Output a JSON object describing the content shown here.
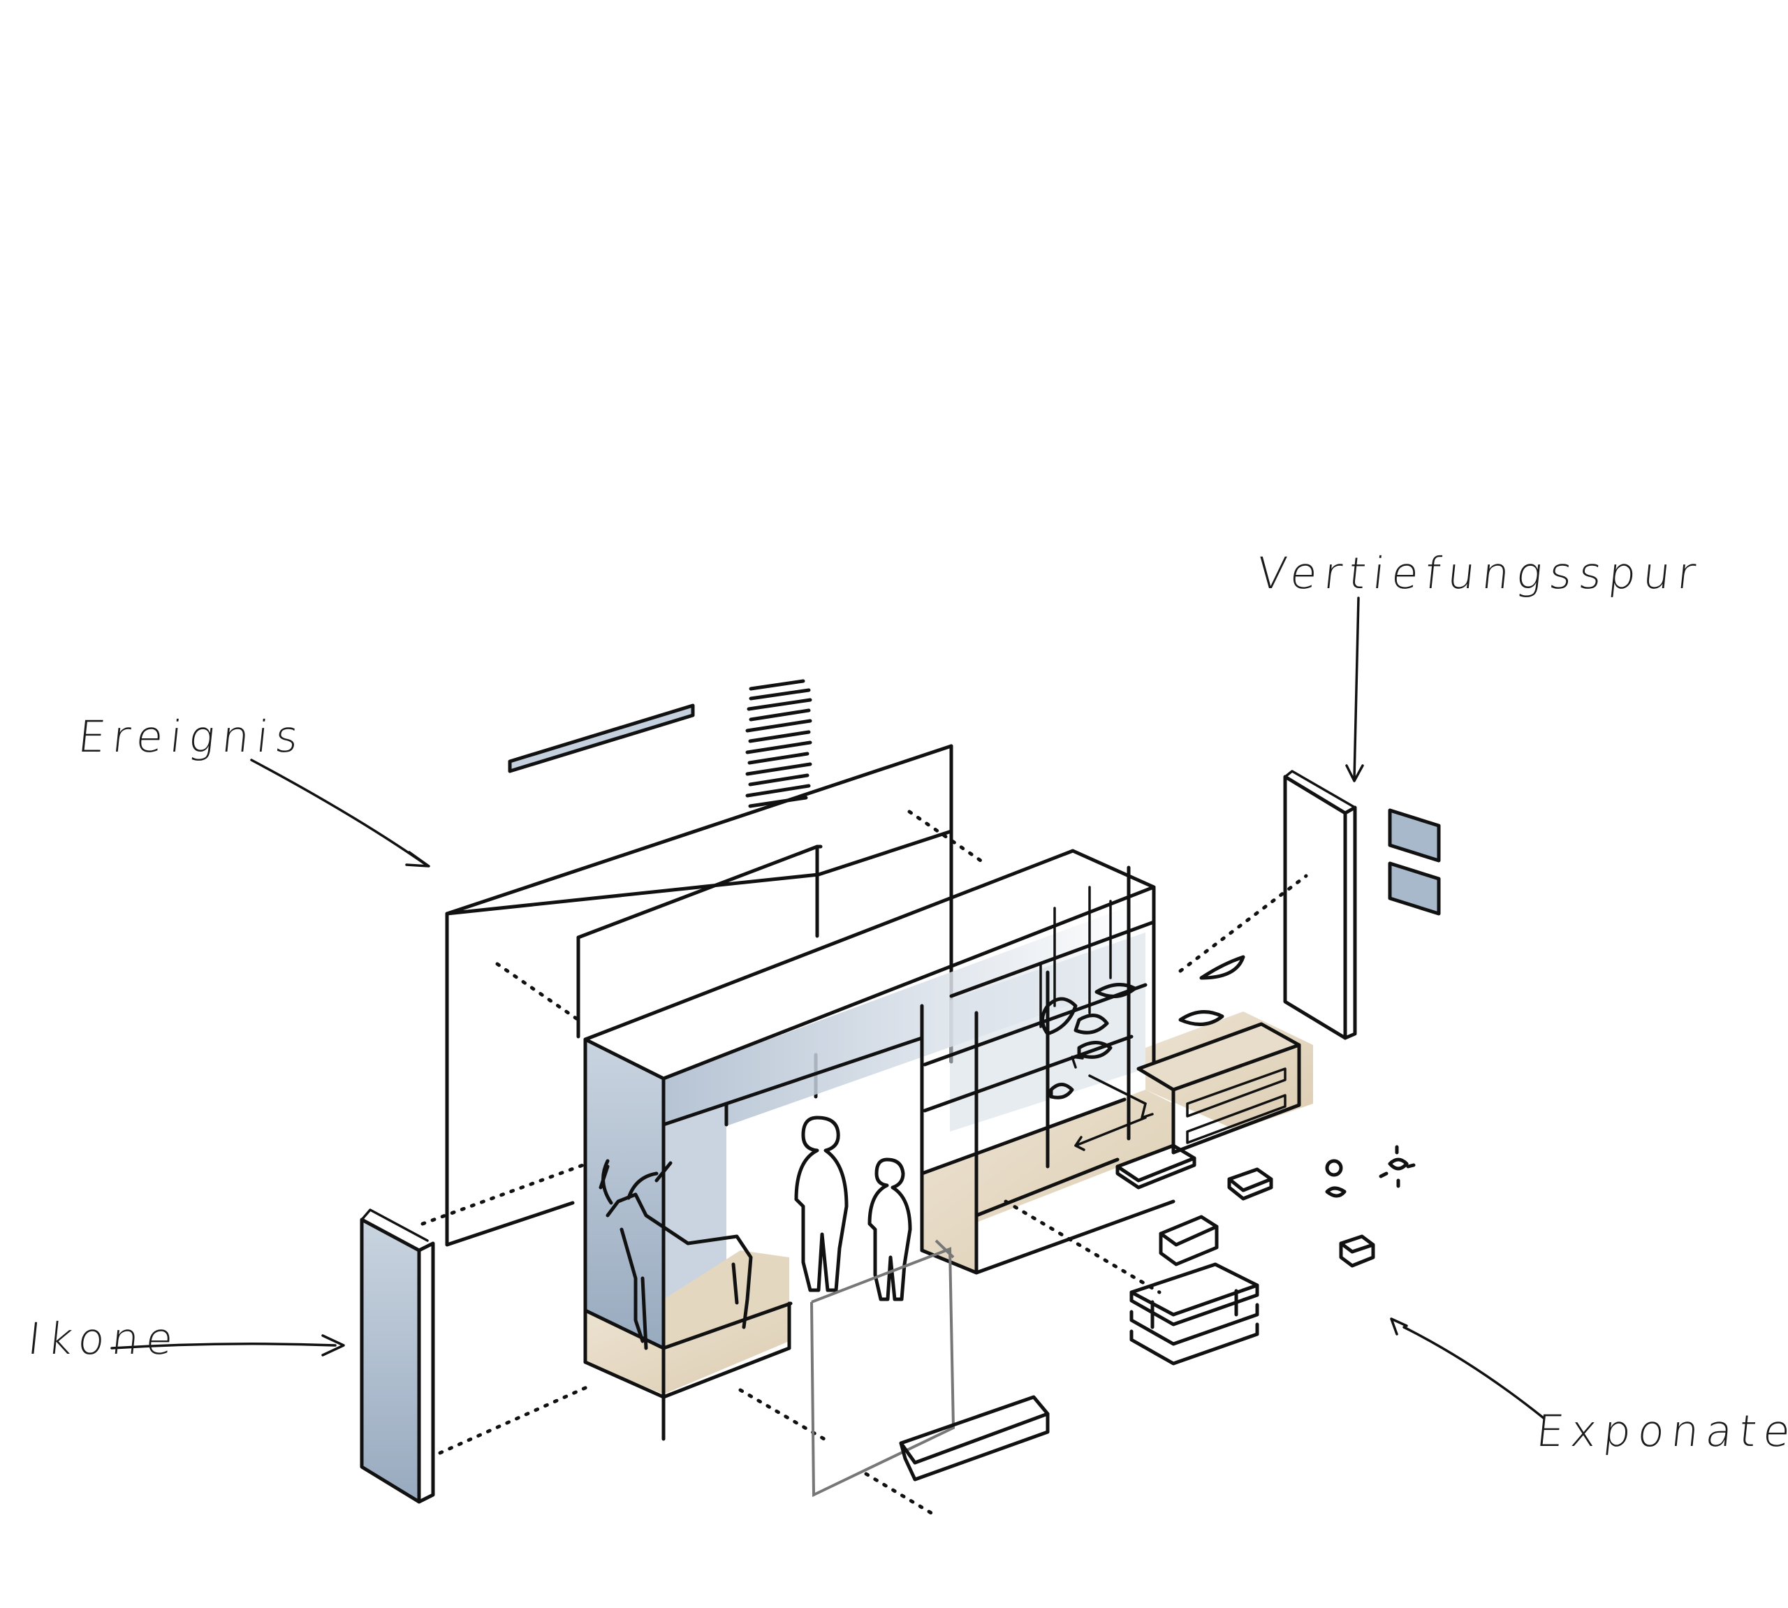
{
  "labels": {
    "ereignis": "Ereignis",
    "vertiefungsspur": "Vertiefungsspur",
    "ikone": "Ikone",
    "exponate": "Exponate"
  },
  "colors": {
    "ink": "#111111",
    "blue_panel": "#a9b9cc",
    "wood": "#e6dac6",
    "paper": "#ffffff"
  }
}
